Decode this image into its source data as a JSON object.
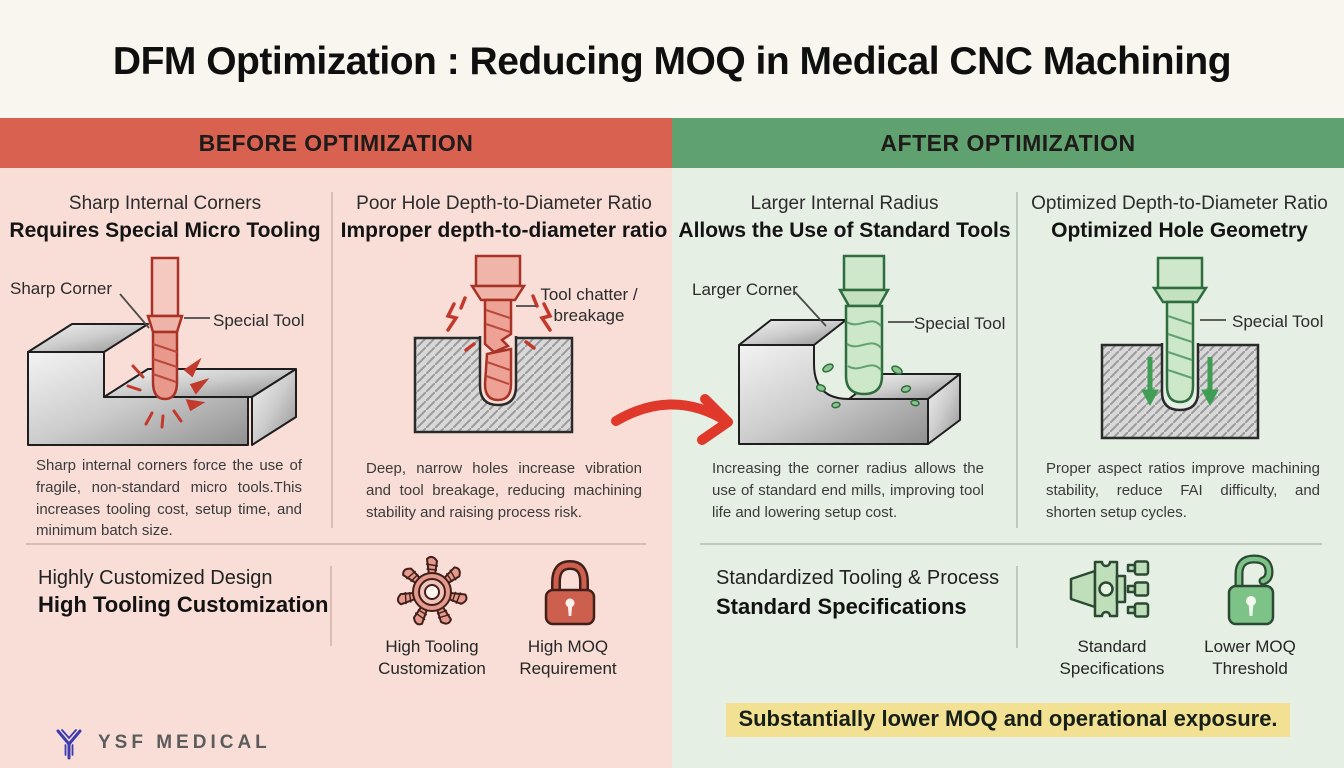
{
  "title": "DFM Optimization : Reducing MOQ in Medical CNC Machining",
  "brand": "YSF MEDICAL",
  "colors": {
    "before_header_bg": "#d96150",
    "after_header_bg": "#5fa26f",
    "before_panel_bg": "#f9ded8",
    "after_panel_bg": "#e6efe4",
    "top_band_bg": "#f8f6ef",
    "highlight_bg": "#f2e193",
    "red_accent": "#c23a2c",
    "green_accent": "#3f9e53",
    "arrow_red": "#e0382b",
    "metal_gray": "#bdbdbd"
  },
  "before": {
    "header": "BEFORE OPTIMIZATION",
    "columns": [
      {
        "subtitle": "Sharp Internal Corners",
        "title": "Requires Special Micro Tooling",
        "callout1": "Sharp Corner",
        "callout2": "Special Tool",
        "description": "Sharp internal corners force the use of fragile, non-standard micro tools.This increases tooling cost, setup time, and minimum batch size."
      },
      {
        "subtitle": "Poor Hole Depth-to-Diameter Ratio",
        "title": "Improper depth-to-diameter ratio",
        "callout1": "Tool chatter / breakage",
        "description": "Deep, narrow holes increase vibration and tool breakage, reducing machining stability and raising process risk."
      }
    ],
    "bottom": {
      "subtitle": "Highly Customized Design",
      "title": "High Tooling Customization",
      "icon1_label": "High Tooling Customization",
      "icon2_label": "High MOQ Requirement"
    }
  },
  "after": {
    "header": "AFTER OPTIMIZATION",
    "columns": [
      {
        "subtitle": "Larger Internal Radius",
        "title": "Allows the Use of Standard Tools",
        "callout1": "Larger Corner",
        "callout2": "Special Tool",
        "description": "Increasing the corner radius allows the use of standard end mills, improving tool life and lowering setup cost."
      },
      {
        "subtitle": "Optimized Depth-to-Diameter Ratio",
        "title": "Optimized Hole Geometry",
        "callout1": "Special Tool",
        "description": "Proper aspect ratios improve machining stability, reduce FAI difficulty, and shorten setup cycles."
      }
    ],
    "bottom": {
      "subtitle": "Standardized Tooling & Process",
      "title": "Standard Specifications",
      "icon1_label": "Standard Specifications",
      "icon2_label": "Lower MOQ Threshold"
    },
    "highlight": "Substantially lower MOQ and operational exposure."
  }
}
